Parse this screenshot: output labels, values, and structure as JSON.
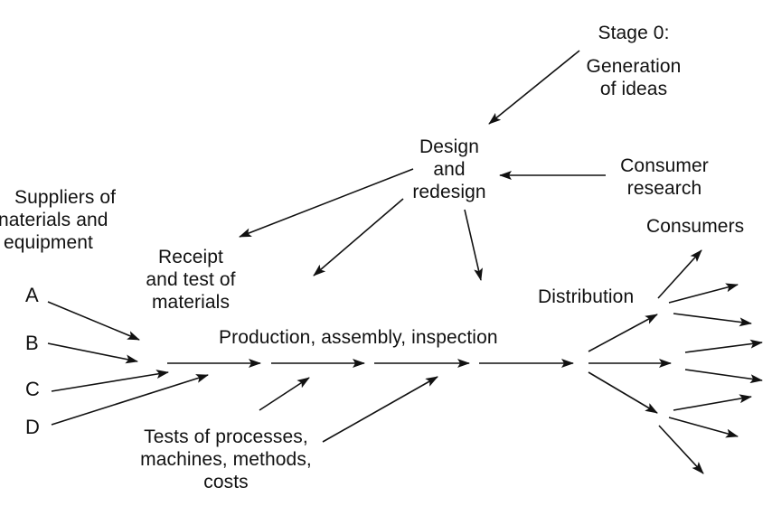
{
  "diagram": {
    "stage0": {
      "lines": [
        "Stage 0:",
        "Generation",
        "of ideas"
      ]
    },
    "design": {
      "lines": [
        "Design",
        "and",
        "redesign"
      ]
    },
    "consumer_research": {
      "lines": [
        "Consumer",
        "research"
      ]
    },
    "suppliers": {
      "lines": [
        "Suppliers of",
        "naterials and",
        "equipment"
      ]
    },
    "receipt": {
      "lines": [
        "Receipt",
        "and test of",
        "materials"
      ]
    },
    "consumers": {
      "label": "Consumers"
    },
    "distribution": {
      "label": "Distribution"
    },
    "production": {
      "label": "Production, assembly, inspection"
    },
    "tests": {
      "lines": [
        "Tests of processes,",
        "machines, methods,",
        "costs"
      ]
    },
    "supplier_letters": [
      "A",
      "B",
      "C",
      "D"
    ]
  }
}
